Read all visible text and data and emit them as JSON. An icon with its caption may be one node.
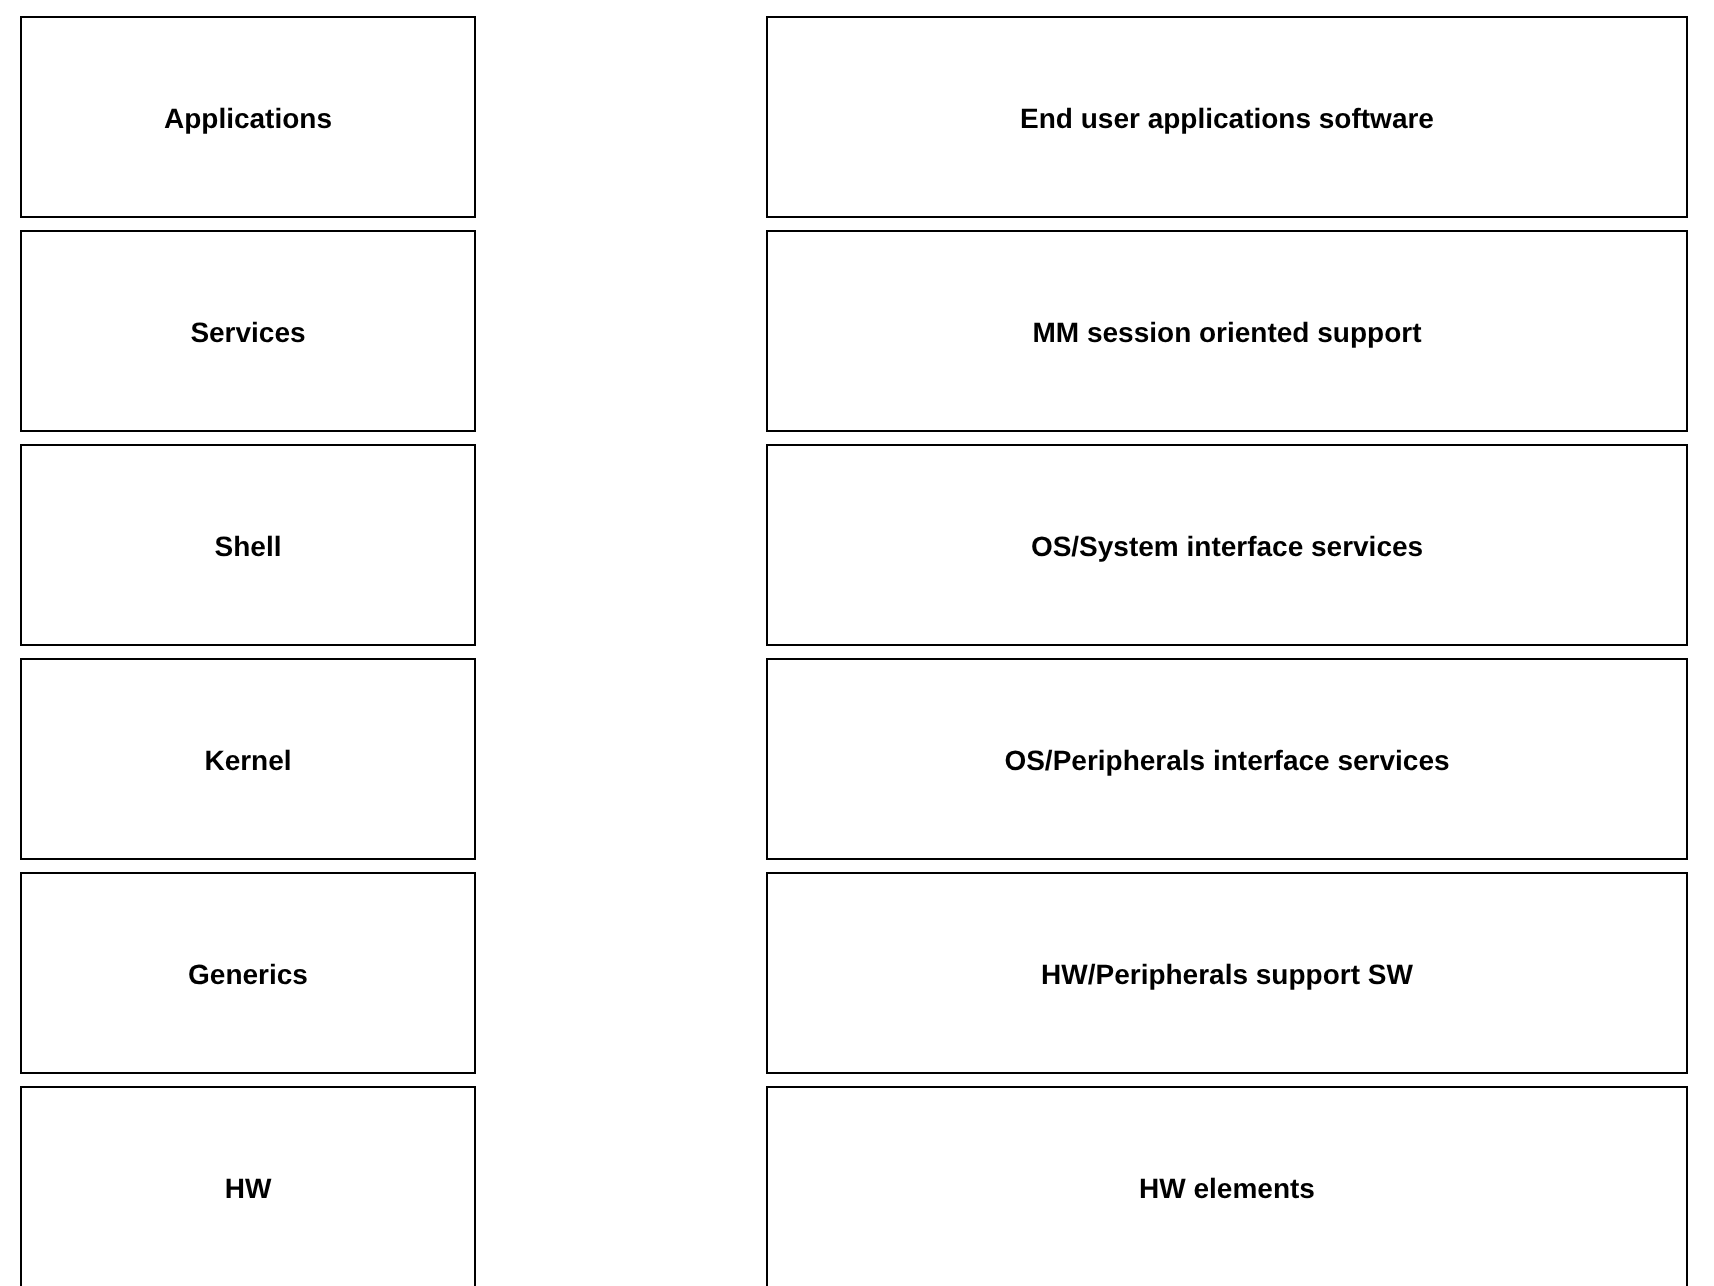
{
  "diagram": {
    "nodes": [
      {
        "text": [
          "Applications"
        ]
      },
      {
        "text": [
          "End user applications software"
        ]
      },
      {
        "text": [
          "Services"
        ]
      },
      {
        "text": [
          "MM session oriented support"
        ]
      },
      {
        "text": [
          "Shell"
        ]
      },
      {
        "text": [
          "OS/System interface services"
        ]
      },
      {
        "text": [
          "Kernel"
        ]
      },
      {
        "text": [
          "OS/Peripherals interface services"
        ]
      },
      {
        "text": [
          "Generics"
        ]
      },
      {
        "text": [
          "HW/Peripherals support SW"
        ]
      },
      {
        "text": [
          "HW"
        ]
      },
      {
        "text": [
          "HW elements"
        ]
      }
    ]
  }
}
